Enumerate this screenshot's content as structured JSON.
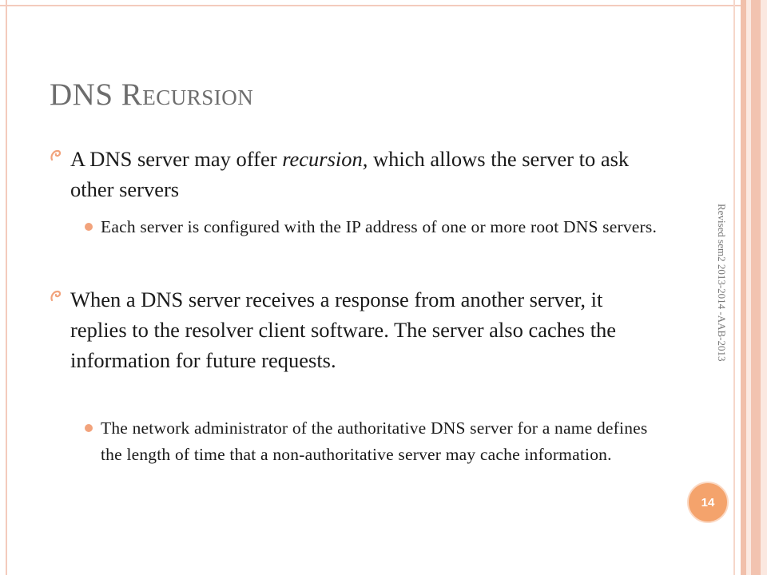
{
  "slide": {
    "title": "DNS Recursion",
    "bullets": [
      {
        "text_before": "A DNS server may offer ",
        "text_italic": "recursion,",
        "text_after": " which allows the server to ask other servers",
        "sub": [
          "Each server is configured with the IP address of one or more root DNS servers."
        ]
      },
      {
        "text": "When a DNS server receives a response from another server, it replies to the resolver client software. The server also caches the information for future requests.",
        "sub": [
          "The network administrator of the authoritative DNS server for a name defines the length of time that a non-authoritative server may cache information."
        ]
      }
    ],
    "side_note": "Revised sem2 2013-2014 -AAB-2013",
    "page_number": "14"
  },
  "colors": {
    "title": "#6d6d6d",
    "bullet_marker": "#f2a37c",
    "page_badge": "#f4a36c",
    "frame": "#f3cbbd"
  },
  "icons": {
    "level1_marker": "curl-bullet-icon",
    "level2_marker": "dot-bullet-icon"
  }
}
